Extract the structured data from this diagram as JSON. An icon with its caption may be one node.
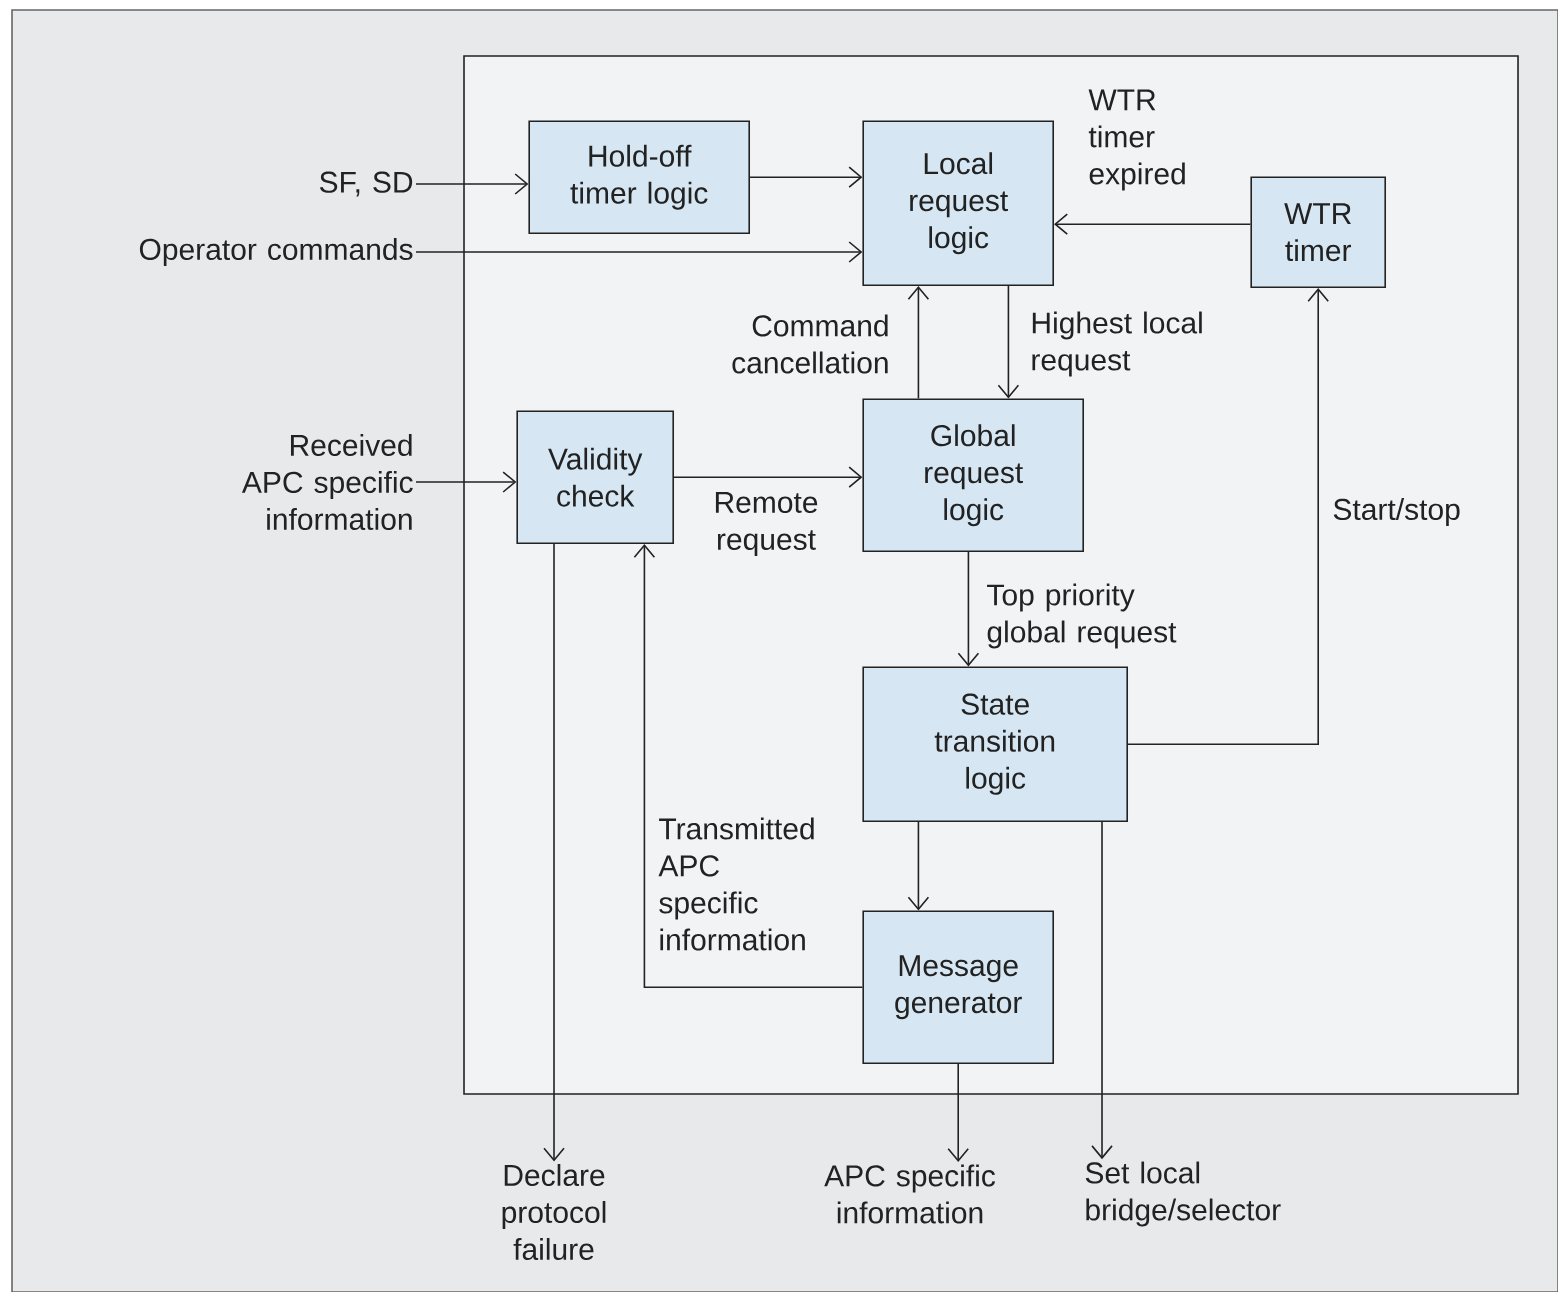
{
  "diagram": {
    "nodes": [
      {
        "text": [],
        "shape": "box"
      },
      {
        "text": [
          "Hold-off timer logic"
        ],
        "in": 0
      },
      {
        "text": [
          "Local request logic"
        ],
        "in": 0
      },
      {
        "text": [
          "WTR timer"
        ],
        "in": 0
      },
      {
        "text": [
          "Validity check"
        ],
        "in": 0
      },
      {
        "text": [
          "Global request logic"
        ],
        "in": 0
      },
      {
        "text": [
          "State transition logic"
        ],
        "in": 0
      },
      {
        "text": [
          "Message generator"
        ],
        "in": 0
      },
      {
        "text": [
          "SF, SD"
        ]
      },
      {
        "text": [
          "Operator commands"
        ]
      },
      {
        "text": [
          "Received APC specific information"
        ]
      },
      {
        "text": [
          "Declare protocol failure"
        ]
      },
      {
        "text": [
          "APC specific information"
        ]
      },
      {
        "text": [
          "Set local bridge/selector"
        ]
      }
    ],
    "edges": [
      {
        "from": 8,
        "to": 1,
        "arrow": "to"
      },
      {
        "from": 1,
        "to": 2,
        "arrow": "to"
      },
      {
        "from": 9,
        "to": 2,
        "arrow": "to"
      },
      {
        "from": 3,
        "to": 2,
        "arrow": "to",
        "label": "WTR timer expired"
      },
      {
        "from": 5,
        "to": 2,
        "arrow": "to",
        "label": "Command cancellation"
      },
      {
        "from": 2,
        "to": 5,
        "arrow": "to",
        "label": "Highest local request"
      },
      {
        "from": 10,
        "to": 4,
        "arrow": "to"
      },
      {
        "from": 4,
        "to": 5,
        "arrow": "to",
        "label": "Remote request"
      },
      {
        "from": 5,
        "to": 6,
        "arrow": "to",
        "label": "Top priority global request"
      },
      {
        "from": 6,
        "to": 3,
        "arrow": "to",
        "label": "Start/stop"
      },
      {
        "from": 6,
        "to": 7,
        "arrow": "to"
      },
      {
        "from": 7,
        "to": 4,
        "arrow": "to",
        "label": "Transmitted APC specific information"
      },
      {
        "from": 4,
        "to": 11,
        "arrow": "to"
      },
      {
        "from": 7,
        "to": 12,
        "arrow": "to"
      },
      {
        "from": 6,
        "to": 13,
        "arrow": "to"
      }
    ]
  }
}
